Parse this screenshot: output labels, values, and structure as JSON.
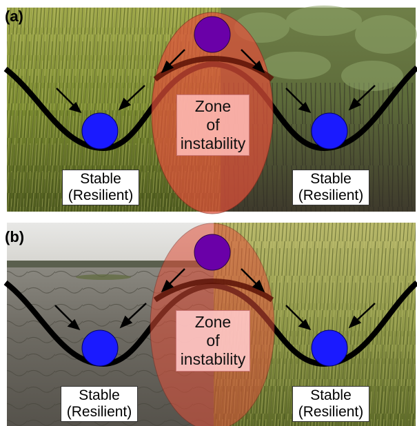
{
  "panels": [
    {
      "label": "(a)",
      "zone": {
        "line1": "Zone",
        "line2": "of",
        "line3": "instability"
      },
      "left_state": {
        "line1": "Stable",
        "line2": "(Resilient)"
      },
      "right_state": {
        "line1": "Stable",
        "line2": "(Resilient)"
      }
    },
    {
      "label": "(b)",
      "zone": {
        "line1": "Zone",
        "line2": "of",
        "line3": "instability"
      },
      "left_state": {
        "line1": "Stable",
        "line2": "(Resilient)"
      },
      "right_state": {
        "line1": "Stable",
        "line2": "(Resilient)"
      }
    }
  ],
  "colors": {
    "ball_stable": "#1a1aff",
    "ball_unstable": "#6a00a8",
    "instability_zone": "#e0503a",
    "curve": "#000000"
  }
}
